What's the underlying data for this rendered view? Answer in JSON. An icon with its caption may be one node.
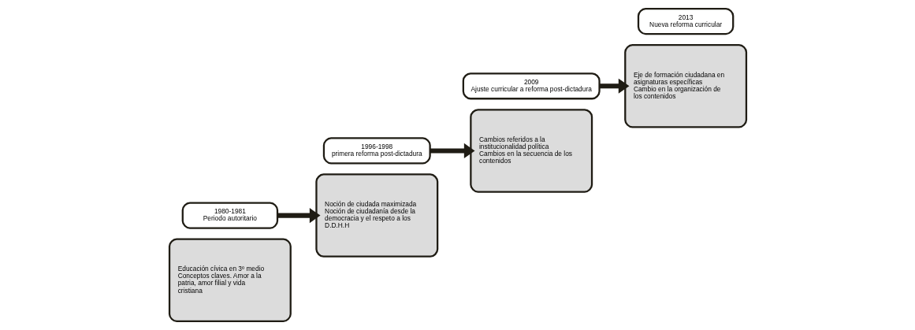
{
  "diagram": {
    "nodes": [
      {
        "text": [
          "Educación cívica en 3º medio",
          "Conceptos claves. Amor a la patria, amor filial y vida cristiana"
        ]
      },
      {
        "text": [
          "1980-1981",
          "Periodo autoritario"
        ]
      },
      {
        "text": [
          "Noción de ciudada maximizada",
          "Noción de ciudadanía desde la democracia y el respeto a los D.D.H.H"
        ]
      },
      {
        "text": [
          "1996-1998",
          "primera reforma post-dictadura"
        ]
      },
      {
        "text": [
          "Cambios referidos a la institucionalidad política",
          "Cambios en la secuencia de los contenidos"
        ]
      },
      {
        "text": [
          "2009",
          "Ajuste curricular a reforma post-dictadura"
        ]
      },
      {
        "text": [
          "Eje de formación ciudadana en asignaturas específicas",
          "Cambio en la organización de los contenidos"
        ]
      },
      {
        "text": [
          "2013",
          "Nueva reforma curricular"
        ]
      }
    ],
    "edges": [
      {
        "from": 1,
        "to": 2,
        "arrow": "to"
      },
      {
        "from": 3,
        "to": 4,
        "arrow": "to"
      },
      {
        "from": 5,
        "to": 6,
        "arrow": "to"
      }
    ]
  }
}
